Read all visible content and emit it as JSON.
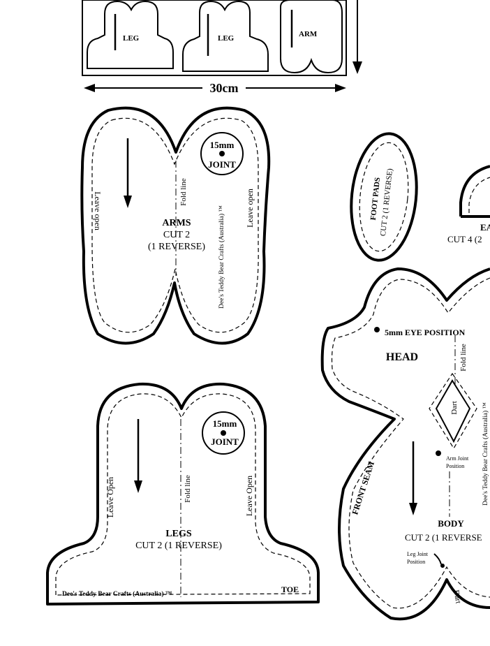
{
  "scale_figure": {
    "piece_labels": [
      "LEG",
      "LEG",
      "ARM"
    ],
    "width_label": "30cm"
  },
  "arms_piece": {
    "joint_size": "15mm",
    "joint_label": "JOINT",
    "fold_line": "Fold line",
    "leave_open_left": "Leave open",
    "leave_open_right": "Leave open",
    "title": "ARMS",
    "cut": "CUT 2",
    "reverse": "(1 REVERSE)",
    "credit": "Dee's Teddy Bear Crafts (Australia) ™"
  },
  "foot_pads_piece": {
    "title": "FOOT PADS",
    "cut": "CUT 2 (1 REVERSE)"
  },
  "ear_piece": {
    "title": "EA",
    "cut": "CUT 4 (2"
  },
  "legs_piece": {
    "joint_size": "15mm",
    "joint_label": "JOINT",
    "fold_line": "Fold line",
    "leave_open_left": "Leave Open",
    "leave_open_right": "Leave Open",
    "title": "LEGS",
    "cut": "CUT 2 (1 REVERSE)",
    "credit": "Dee's Teddy Bear Crafts (Australia) ™",
    "toe": "TOE"
  },
  "head_body_piece": {
    "eye_position": "5mm EYE POSITION",
    "head_title": "HEAD",
    "fold_line": "Fold line",
    "dart": "Dart",
    "arm_joint": "Arm Joint",
    "arm_joint_position": "Position",
    "front_seam": "FRONT SEAM",
    "body_title": "BODY",
    "body_cut": "CUT 2 (1 REVERSE",
    "leg_joint": "Leg Joint",
    "leg_joint_position": "Position",
    "body_dart": "Dart",
    "credit": "Dee's Teddy Bear Crafts (Australia) ™"
  }
}
